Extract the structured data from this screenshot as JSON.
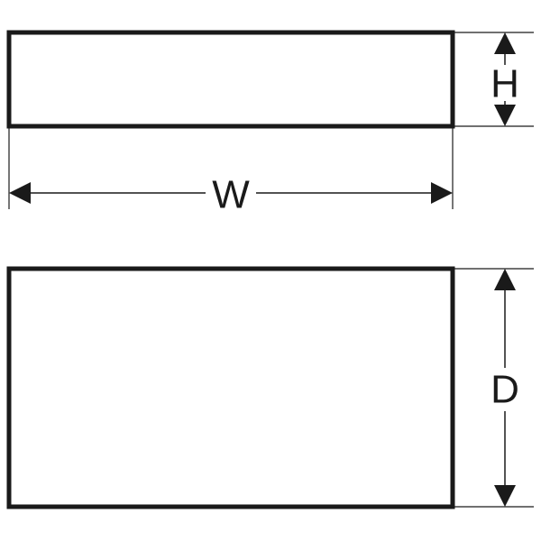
{
  "diagram": {
    "labels": {
      "height": "H",
      "width": "W",
      "depth": "D"
    },
    "colors": {
      "stroke": "#1a1a1a",
      "background": "#ffffff"
    },
    "views": [
      "front-view",
      "top-view"
    ]
  }
}
